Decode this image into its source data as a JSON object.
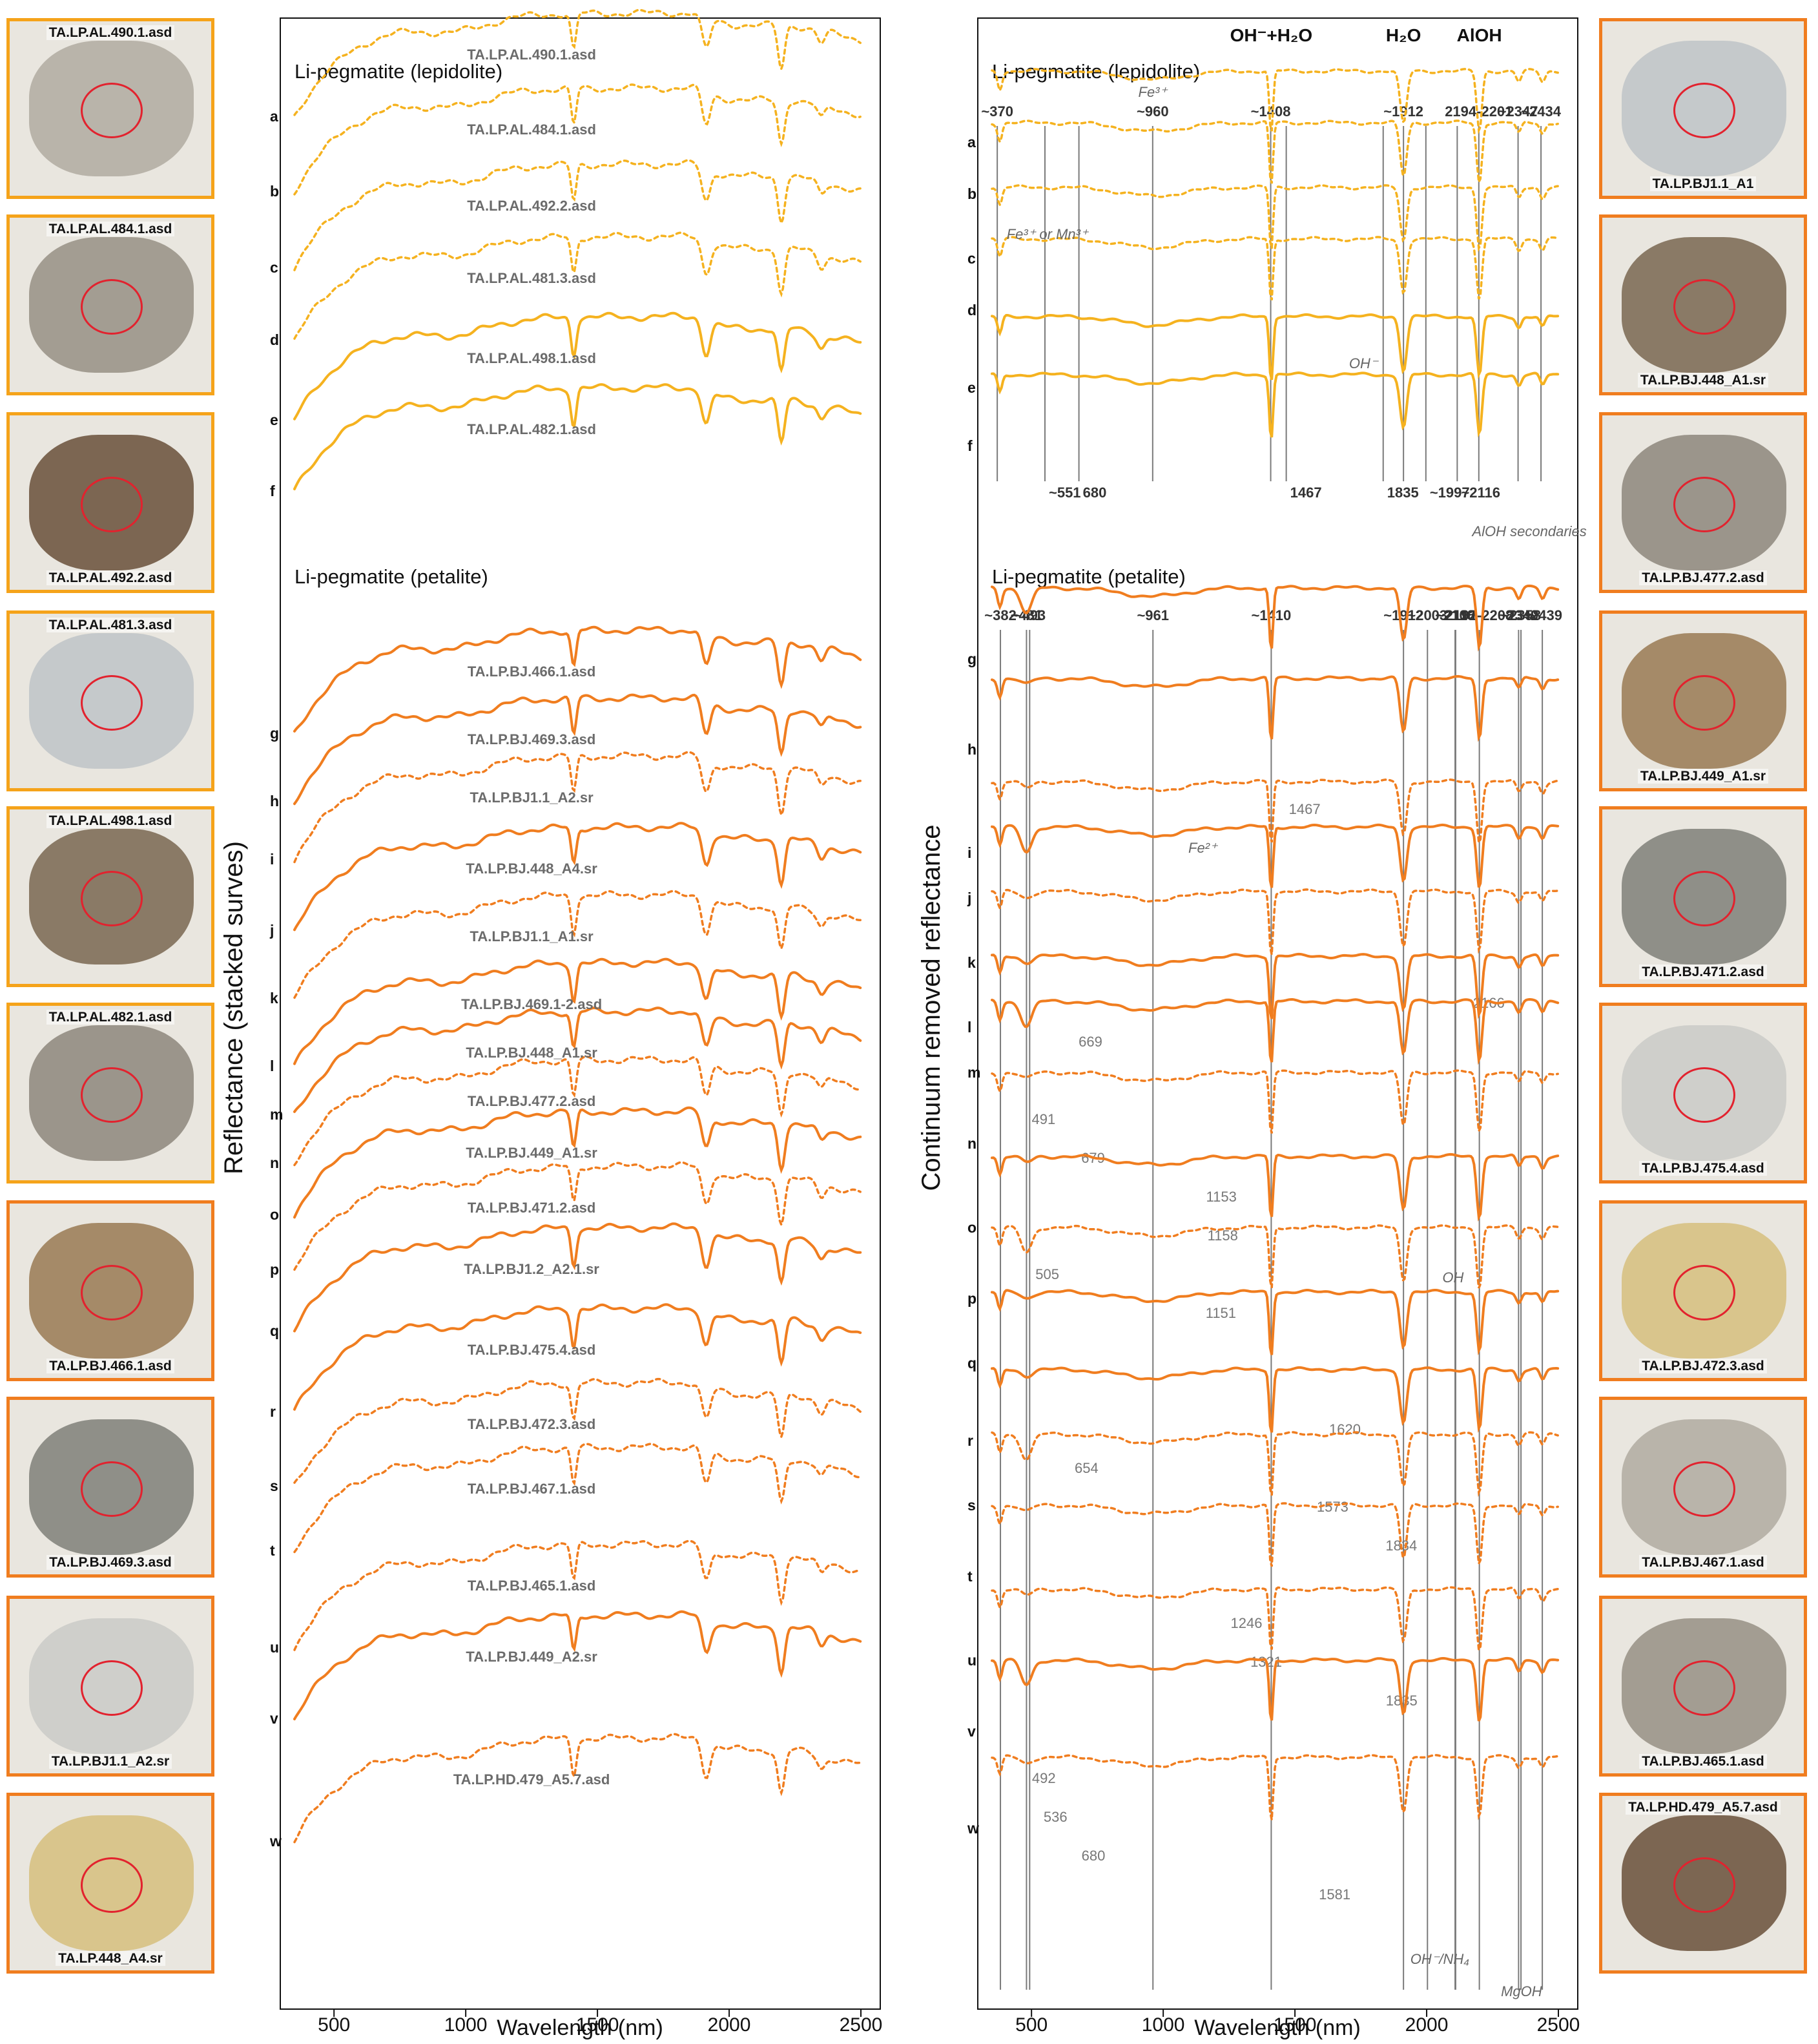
{
  "left_panel": {
    "title_lepidolite": "Li-pegmatite (lepidolite)",
    "title_petalite": "Li-pegmatite (petalite)",
    "ylabel": "Reflectance (stacked surves)",
    "xlabel": "Wavelength (nm)",
    "xticks": [
      "500",
      "1000",
      "1500",
      "2000",
      "2500"
    ]
  },
  "right_panel": {
    "title_lepidolite": "Li-pegmatite (lepidolite)",
    "title_petalite": "Li-pegmatite (petalite)",
    "ylabel": "Continuum removed reflectance",
    "xlabel": "Wavelength (nm)",
    "xticks": [
      "500",
      "1000",
      "1500",
      "2000",
      "2500"
    ],
    "header_labels": [
      {
        "text": "OH⁻+H₂O",
        "wl": 1410
      },
      {
        "text": "H₂O",
        "wl": 1912
      },
      {
        "text": "AlOH",
        "wl": 2200
      }
    ]
  },
  "chart_data": [
    {
      "type": "line",
      "title": "",
      "xlabel": "Wavelength (nm)",
      "ylabel": "Reflectance (stacked surves)",
      "xlim": [
        350,
        2500
      ],
      "groups": [
        "Li-pegmatite (lepidolite)",
        "Li-pegmatite (petalite)"
      ],
      "series": [
        {
          "letter": "a",
          "name": "TA.LP.AL.490.1.asd",
          "group": "lepidolite",
          "style": "dotted"
        },
        {
          "letter": "b",
          "name": "TA.LP.AL.484.1.asd",
          "group": "lepidolite",
          "style": "dotted"
        },
        {
          "letter": "c",
          "name": "TA.LP.AL.492.2.asd",
          "group": "lepidolite",
          "style": "dotted"
        },
        {
          "letter": "d",
          "name": "TA.LP.AL.481.3.asd",
          "group": "lepidolite",
          "style": "dotted"
        },
        {
          "letter": "e",
          "name": "TA.LP.AL.498.1.asd",
          "group": "lepidolite",
          "style": "solid"
        },
        {
          "letter": "f",
          "name": "TA.LP.AL.482.1.asd",
          "group": "lepidolite",
          "style": "solid"
        },
        {
          "letter": "g",
          "name": "TA.LP.BJ.466.1.asd",
          "group": "petalite",
          "style": "solid"
        },
        {
          "letter": "h",
          "name": "TA.LP.BJ.469.3.asd",
          "group": "petalite",
          "style": "solid"
        },
        {
          "letter": "i",
          "name": "TA.LP.BJ1.1_A2.sr",
          "group": "petalite",
          "style": "dotted"
        },
        {
          "letter": "j",
          "name": "TA.LP.BJ.448_A4.sr",
          "group": "petalite",
          "style": "solid"
        },
        {
          "letter": "k",
          "name": "TA.LP.BJ1.1_A1.sr",
          "group": "petalite",
          "style": "dotted"
        },
        {
          "letter": "l",
          "name": "TA.LP.BJ.469.1-2.asd",
          "group": "petalite",
          "style": "solid"
        },
        {
          "letter": "m",
          "name": "TA.LP.BJ.448_A1.sr",
          "group": "petalite",
          "style": "solid"
        },
        {
          "letter": "n",
          "name": "TA.LP.BJ.477.2.asd",
          "group": "petalite",
          "style": "dotted"
        },
        {
          "letter": "o",
          "name": "TA.LP.BJ.449_A1.sr",
          "group": "petalite",
          "style": "solid"
        },
        {
          "letter": "p",
          "name": "TA.LP.BJ.471.2.asd",
          "group": "petalite",
          "style": "dotted"
        },
        {
          "letter": "q",
          "name": "TA.LP.BJ1.2_A2.1.sr",
          "group": "petalite",
          "style": "solid"
        },
        {
          "letter": "r",
          "name": "TA.LP.BJ.475.4.asd",
          "group": "petalite",
          "style": "solid"
        },
        {
          "letter": "s",
          "name": "TA.LP.BJ.472.3.asd",
          "group": "petalite",
          "style": "dotted"
        },
        {
          "letter": "t",
          "name": "TA.LP.BJ.467.1.asd",
          "group": "petalite",
          "style": "dotted"
        },
        {
          "letter": "u",
          "name": "TA.LP.BJ.465.1.asd",
          "group": "petalite",
          "style": "dotted"
        },
        {
          "letter": "v",
          "name": "TA.LP.BJ.449_A2.sr",
          "group": "petalite",
          "style": "solid"
        },
        {
          "letter": "w",
          "name": "TA.LP.HD.479_A5.7.asd",
          "group": "petalite",
          "style": "dotted"
        }
      ]
    },
    {
      "type": "line",
      "title": "",
      "xlabel": "Wavelength (nm)",
      "ylabel": "Continuum removed reflectance",
      "xlim": [
        350,
        2500
      ],
      "band_markers_lepidolite": [
        {
          "text": "~370",
          "wl": 370
        },
        {
          "text": "~960",
          "wl": 960
        },
        {
          "text": "~1408",
          "wl": 1408
        },
        {
          "text": "~1912",
          "wl": 1912
        },
        {
          "text": "2194-2201",
          "wl": 2198
        },
        {
          "text": "~2347",
          "wl": 2347
        },
        {
          "text": "~2434",
          "wl": 2434
        },
        {
          "text": "~551",
          "wl": 551
        },
        {
          "text": "1467",
          "wl": 1467
        },
        {
          "text": "~1997",
          "wl": 1997
        },
        {
          "text": "~2116",
          "wl": 2116
        },
        {
          "text": "680",
          "wl": 680
        },
        {
          "text": "1835",
          "wl": 1835
        }
      ],
      "band_markers_petalite": [
        {
          "text": "~481",
          "wl": 481
        },
        {
          "text": "~961",
          "wl": 961
        },
        {
          "text": "~1410",
          "wl": 1410
        },
        {
          "text": "1467",
          "wl": 1467
        },
        {
          "text": "~1912",
          "wl": 1912
        },
        {
          "text": "2192-2208",
          "wl": 2200
        },
        {
          "text": "~2349",
          "wl": 2349
        },
        {
          "text": "~2439",
          "wl": 2439
        },
        {
          "text": "2166",
          "wl": 2166
        },
        {
          "text": "669",
          "wl": 669
        },
        {
          "text": "~382",
          "wl": 382
        },
        {
          "text": "491",
          "wl": 491
        },
        {
          "text": "679",
          "wl": 679
        },
        {
          "text": "1153",
          "wl": 1153
        },
        {
          "text": "1158",
          "wl": 1158
        },
        {
          "text": "505",
          "wl": 505
        },
        {
          "text": "1151",
          "wl": 1151
        },
        {
          "text": "~2108",
          "wl": 2108
        },
        {
          "text": "~493",
          "wl": 493
        },
        {
          "text": "1620",
          "wl": 1620
        },
        {
          "text": "654",
          "wl": 654
        },
        {
          "text": "1573",
          "wl": 1573
        },
        {
          "text": "1834",
          "wl": 1834
        },
        {
          "text": "~2110",
          "wl": 2110
        },
        {
          "text": "1246",
          "wl": 1246
        },
        {
          "text": "1321",
          "wl": 1321
        },
        {
          "text": "1835",
          "wl": 1835
        },
        {
          "text": "~2003",
          "wl": 2003
        },
        {
          "text": "492",
          "wl": 492
        },
        {
          "text": "536",
          "wl": 536
        },
        {
          "text": "680",
          "wl": 680
        },
        {
          "text": "1581",
          "wl": 1581
        },
        {
          "text": "~2358",
          "wl": 2358
        }
      ],
      "annotations": [
        "Fe³⁺",
        "Fe³⁺ or Mn³⁺",
        "OH⁻",
        "AlOH secondaries",
        "Fe²⁺",
        "OH",
        "OH⁻/NH₄",
        "MgOH"
      ]
    }
  ],
  "photos_left": [
    {
      "caption": "TA.LP.AL.490.1.asd",
      "pos": "top"
    },
    {
      "caption": "TA.LP.AL.484.1.asd",
      "pos": "top"
    },
    {
      "caption": "TA.LP.AL.492.2.asd",
      "pos": "bottom"
    },
    {
      "caption": "TA.LP.AL.481.3.asd",
      "pos": "top"
    },
    {
      "caption": "TA.LP.AL.498.1.asd",
      "pos": "top"
    },
    {
      "caption": "TA.LP.AL.482.1.asd",
      "pos": "top"
    },
    {
      "caption": "TA.LP.BJ.466.1.asd",
      "pos": "bottom"
    },
    {
      "caption": "TA.LP.BJ.469.3.asd",
      "pos": "bottom"
    },
    {
      "caption": "TA.LP.BJ1.1_A2.sr",
      "pos": "bottom"
    },
    {
      "caption": "TA.LP.448_A4.sr",
      "pos": "bottom"
    }
  ],
  "photos_right": [
    {
      "caption": "TA.LP.BJ1.1_A1",
      "pos": "bottom"
    },
    {
      "caption": "TA.LP.BJ.448_A1.sr",
      "pos": "bottom"
    },
    {
      "caption": "TA.LP.BJ.477.2.asd",
      "pos": "bottom"
    },
    {
      "caption": "TA.LP.BJ.449_A1.sr",
      "pos": "bottom"
    },
    {
      "caption": "TA.LP.BJ.471.2.asd",
      "pos": "bottom"
    },
    {
      "caption": "TA.LP.BJ.475.4.asd",
      "pos": "bottom"
    },
    {
      "caption": "TA.LP.BJ.472.3.asd",
      "pos": "bottom"
    },
    {
      "caption": "TA.LP.BJ.467.1.asd",
      "pos": "bottom"
    },
    {
      "caption": "TA.LP.BJ.465.1.asd",
      "pos": "bottom"
    },
    {
      "caption": "TA.LP.HD.479_A5.7.asd",
      "pos": "top"
    }
  ],
  "colors": {
    "lepidolite": "#f5b21f",
    "petalite": "#f07d1f",
    "marker": "#7a7a7a",
    "circle": "#e2222e"
  }
}
